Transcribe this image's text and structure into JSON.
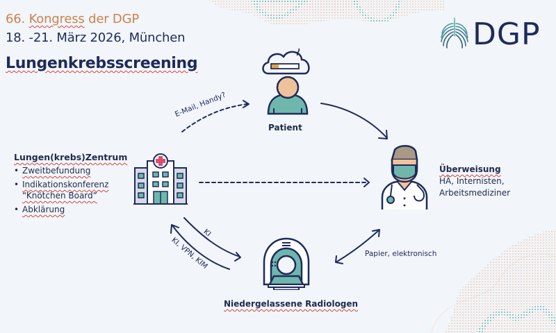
{
  "header": {
    "congress_number": "66.",
    "congress_word": "Kongress",
    "congress_rest": "der DGP",
    "date_location": "18. -21. März 2026, München",
    "title": "Lungenkrebsscreening"
  },
  "logo": {
    "icon": "lungs-icon",
    "text": "DGP"
  },
  "nodes": {
    "patient": {
      "label": "Patient",
      "icon": "patient-smoker-icon"
    },
    "center": {
      "title": "Lungen(krebs)Zentrum",
      "icon": "hospital-icon",
      "items": [
        "Zweitbefundung",
        "Indikationskonferenz",
        "“Knötchen Board”",
        "Abklärung"
      ]
    },
    "referral": {
      "title": "Überweisung",
      "line1": "HÄ, Internisten,",
      "line2": "Arbeitsmediziner",
      "icon": "doctor-icon"
    },
    "radiology": {
      "label": "Niedergelassene Radiologen",
      "icon": "ct-scanner-icon"
    }
  },
  "edges": {
    "center_to_patient": "E-Mail, Handy?",
    "center_to_radiology": "KI",
    "radiology_to_center": "KI, VPN, KIM",
    "referral_radiology": "Papier, elektronisch"
  },
  "colors": {
    "navy": "#1f2a5a",
    "orange": "#c8834e",
    "teal": "#6fb7ad",
    "skin": "#f0c29b",
    "red": "#d0453b",
    "background": "#f2f5f9"
  }
}
